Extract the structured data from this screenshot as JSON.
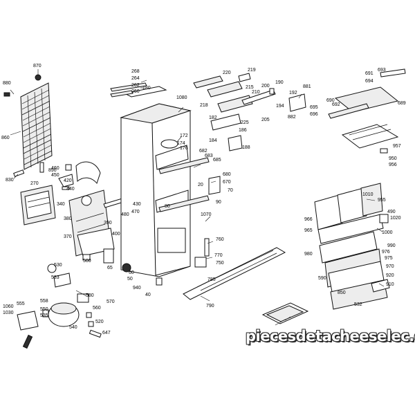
{
  "diagram": {
    "callouts": [
      "870",
      "880",
      "860",
      "830",
      "890",
      "460",
      "450",
      "420",
      "440",
      "270",
      "340",
      "380",
      "390",
      "370",
      "400",
      "430",
      "470",
      "480",
      "500",
      "268",
      "264",
      "262",
      "260",
      "180",
      "1080",
      "172",
      "174",
      "176",
      "682",
      "683",
      "685",
      "20",
      "680",
      "670",
      "70",
      "90",
      "80",
      "1070",
      "65",
      "60",
      "50",
      "940",
      "40",
      "760",
      "770",
      "750",
      "785",
      "790",
      "220",
      "219",
      "215",
      "210",
      "218",
      "200",
      "190",
      "192",
      "194",
      "881",
      "882",
      "182",
      "225",
      "186",
      "184",
      "188",
      "205",
      "691",
      "693",
      "694",
      "689",
      "692",
      "690",
      "695",
      "696",
      "957",
      "950",
      "956",
      "1010",
      "955",
      "490",
      "1020",
      "966",
      "965",
      "1000",
      "990",
      "980",
      "976",
      "975",
      "970",
      "590",
      "920",
      "910",
      "850",
      "532",
      "530",
      "533",
      "580",
      "570",
      "560",
      "520",
      "647",
      "558",
      "550",
      "535",
      "540",
      "555",
      "1060",
      "1030"
    ]
  },
  "watermark": "piecesdetacheeselec.com"
}
